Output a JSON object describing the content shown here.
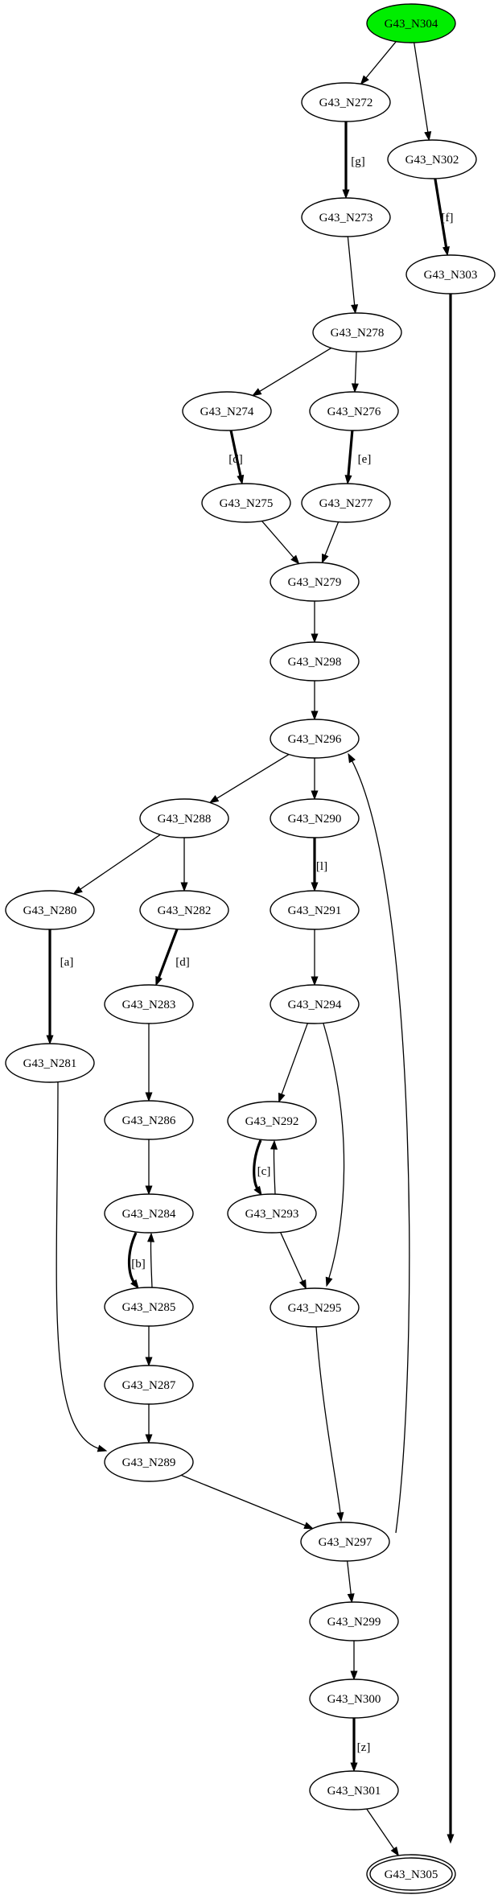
{
  "graph_id": "G43",
  "colors": {
    "start_fill": "#00ee00",
    "stroke": "#000000",
    "background": "#ffffff"
  },
  "nodes": [
    {
      "id": "G43_N304",
      "start": true
    },
    {
      "id": "G43_N272"
    },
    {
      "id": "G43_N302"
    },
    {
      "id": "G43_N273"
    },
    {
      "id": "G43_N303"
    },
    {
      "id": "G43_N278"
    },
    {
      "id": "G43_N274"
    },
    {
      "id": "G43_N276"
    },
    {
      "id": "G43_N275"
    },
    {
      "id": "G43_N277"
    },
    {
      "id": "G43_N279"
    },
    {
      "id": "G43_N298"
    },
    {
      "id": "G43_N296"
    },
    {
      "id": "G43_N288"
    },
    {
      "id": "G43_N290"
    },
    {
      "id": "G43_N280"
    },
    {
      "id": "G43_N282"
    },
    {
      "id": "G43_N291"
    },
    {
      "id": "G43_N283"
    },
    {
      "id": "G43_N294"
    },
    {
      "id": "G43_N281"
    },
    {
      "id": "G43_N286"
    },
    {
      "id": "G43_N292"
    },
    {
      "id": "G43_N284"
    },
    {
      "id": "G43_N293"
    },
    {
      "id": "G43_N285"
    },
    {
      "id": "G43_N295"
    },
    {
      "id": "G43_N287"
    },
    {
      "id": "G43_N289"
    },
    {
      "id": "G43_N297"
    },
    {
      "id": "G43_N299"
    },
    {
      "id": "G43_N300"
    },
    {
      "id": "G43_N301"
    },
    {
      "id": "G43_N305",
      "final": true
    }
  ],
  "edges": [
    {
      "from": "G43_N304",
      "to": "G43_N272"
    },
    {
      "from": "G43_N304",
      "to": "G43_N302"
    },
    {
      "from": "G43_N272",
      "to": "G43_N273",
      "label": "[g]",
      "bold": true
    },
    {
      "from": "G43_N302",
      "to": "G43_N303",
      "label": "[f]",
      "bold": true
    },
    {
      "from": "G43_N273",
      "to": "G43_N278"
    },
    {
      "from": "G43_N278",
      "to": "G43_N274"
    },
    {
      "from": "G43_N278",
      "to": "G43_N276"
    },
    {
      "from": "G43_N274",
      "to": "G43_N275",
      "label": "[d]",
      "bold": true
    },
    {
      "from": "G43_N276",
      "to": "G43_N277",
      "label": "[e]",
      "bold": true
    },
    {
      "from": "G43_N275",
      "to": "G43_N279"
    },
    {
      "from": "G43_N277",
      "to": "G43_N279"
    },
    {
      "from": "G43_N279",
      "to": "G43_N298"
    },
    {
      "from": "G43_N298",
      "to": "G43_N296"
    },
    {
      "from": "G43_N296",
      "to": "G43_N288"
    },
    {
      "from": "G43_N296",
      "to": "G43_N290"
    },
    {
      "from": "G43_N288",
      "to": "G43_N280"
    },
    {
      "from": "G43_N288",
      "to": "G43_N282"
    },
    {
      "from": "G43_N290",
      "to": "G43_N291",
      "label": "[l]",
      "bold": true
    },
    {
      "from": "G43_N280",
      "to": "G43_N281",
      "label": "[a]",
      "bold": true
    },
    {
      "from": "G43_N282",
      "to": "G43_N283",
      "label": "[d]",
      "bold": true
    },
    {
      "from": "G43_N291",
      "to": "G43_N294"
    },
    {
      "from": "G43_N283",
      "to": "G43_N286"
    },
    {
      "from": "G43_N294",
      "to": "G43_N292"
    },
    {
      "from": "G43_N294",
      "to": "G43_N295"
    },
    {
      "from": "G43_N286",
      "to": "G43_N284"
    },
    {
      "from": "G43_N292",
      "to": "G43_N293",
      "label": "[c]",
      "bold": true
    },
    {
      "from": "G43_N293",
      "to": "G43_N292"
    },
    {
      "from": "G43_N284",
      "to": "G43_N285",
      "label": "[b]",
      "bold": true
    },
    {
      "from": "G43_N285",
      "to": "G43_N284"
    },
    {
      "from": "G43_N293",
      "to": "G43_N295"
    },
    {
      "from": "G43_N285",
      "to": "G43_N287"
    },
    {
      "from": "G43_N281",
      "to": "G43_N289"
    },
    {
      "from": "G43_N287",
      "to": "G43_N289"
    },
    {
      "from": "G43_N289",
      "to": "G43_N297"
    },
    {
      "from": "G43_N295",
      "to": "G43_N297"
    },
    {
      "from": "G43_N297",
      "to": "G43_N296"
    },
    {
      "from": "G43_N297",
      "to": "G43_N299"
    },
    {
      "from": "G43_N299",
      "to": "G43_N300"
    },
    {
      "from": "G43_N300",
      "to": "G43_N301",
      "label": "[z]",
      "bold": true
    },
    {
      "from": "G43_N301",
      "to": "G43_N305"
    },
    {
      "from": "G43_N303",
      "to": "G43_N305",
      "bold": true
    }
  ]
}
